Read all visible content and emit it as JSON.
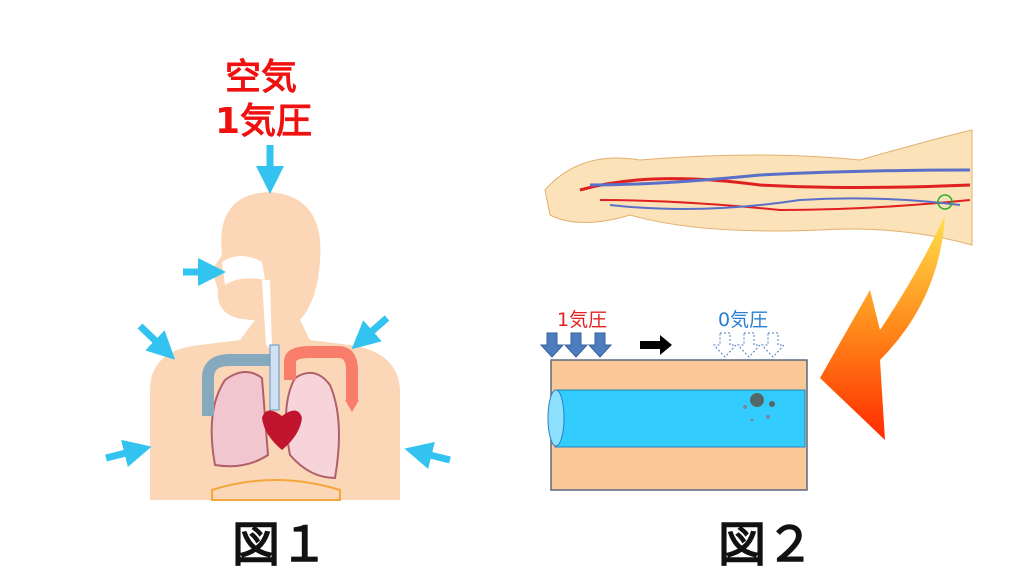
{
  "figure1": {
    "title_line1": "空気",
    "title_line2": "1気圧",
    "caption": "図１"
  },
  "figure2": {
    "label_high": "1気圧",
    "label_zero": "0気圧",
    "caption": "図２"
  },
  "colors": {
    "title_red": "#f01010",
    "pressure_arrow": "#33c3f0",
    "skin": "#fbd7b8",
    "vessel": "#33ccff",
    "tissue": "#fbc898"
  }
}
